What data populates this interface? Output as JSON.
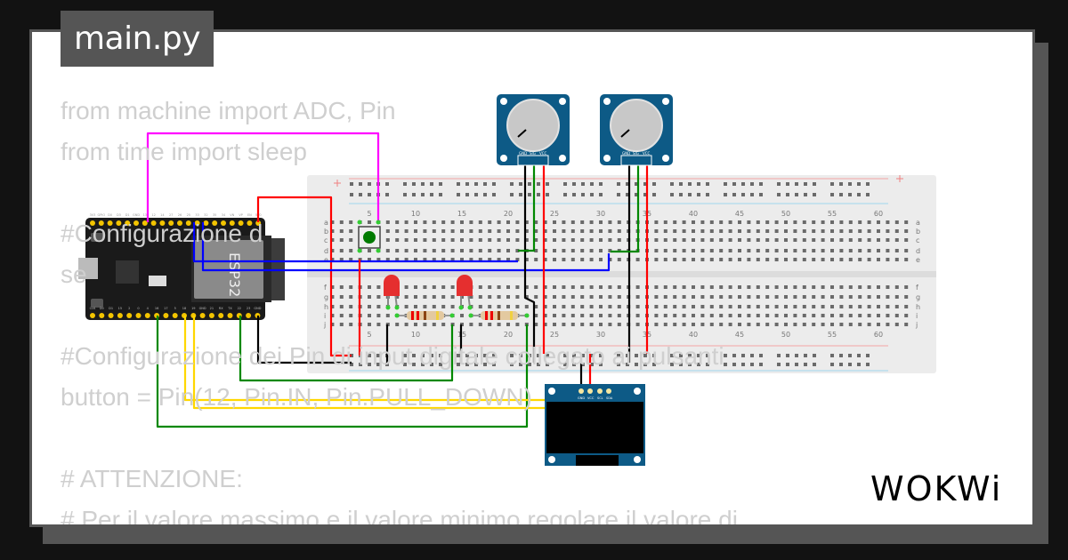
{
  "file_tab": {
    "label": "main.py"
  },
  "code_lines": [
    "from machine import ADC, Pin",
    "from time import sleep",
    "",
    "#Configurazione d",
    "se",
    "",
    "#Configurazione dei Pin di input digitale collegato ai pulsanti",
    "button = Pin(12, Pin.IN, Pin.PULL_DOWN)",
    "",
    "# ATTENZIONE:",
    "# Per il valore massimo e il valore minimo regolare il valore di"
  ],
  "brand": {
    "logo_text": "WOKWi"
  },
  "esp32": {
    "chip_label": "ESP32",
    "top_pins": [
      "3V3",
      "GPIO",
      "D0",
      "D3",
      "D1",
      "GND",
      "13",
      "12",
      "14",
      "27",
      "26",
      "25",
      "33",
      "32",
      "35",
      "34",
      "VN",
      "VP",
      "EN",
      "5V0"
    ],
    "bottom_pins": [
      "CLK",
      "D0",
      "D1",
      "15",
      "2",
      "0",
      "4",
      "16",
      "17",
      "5",
      "18",
      "19",
      "GND",
      "21",
      "RX",
      "TX",
      "22",
      "23",
      "GND"
    ]
  },
  "breadboard": {
    "row_labels_top": [
      "a",
      "b",
      "c",
      "d",
      "e"
    ],
    "row_labels_bottom": [
      "f",
      "g",
      "h",
      "i",
      "j"
    ],
    "column_labels": [
      "5",
      "10",
      "15",
      "20",
      "25",
      "30",
      "35",
      "40",
      "45",
      "50",
      "55",
      "60"
    ]
  },
  "potentiometers": [
    {
      "pins": [
        "GND",
        "SIG",
        "VCC"
      ]
    },
    {
      "pins": [
        "GND",
        "SIG",
        "VCC"
      ]
    }
  ],
  "oled": {
    "pins": [
      "GND",
      "VCC",
      "SCL",
      "SDA"
    ]
  },
  "colors": {
    "wire_red": "#ff0000",
    "wire_black": "#000000",
    "wire_blue": "#0000ff",
    "wire_green": "#008800",
    "wire_yellow": "#ffd700",
    "wire_magenta": "#ff00ff",
    "pot_board": "#0d5a86",
    "led": "#e52f2f",
    "button": "#007a00"
  }
}
